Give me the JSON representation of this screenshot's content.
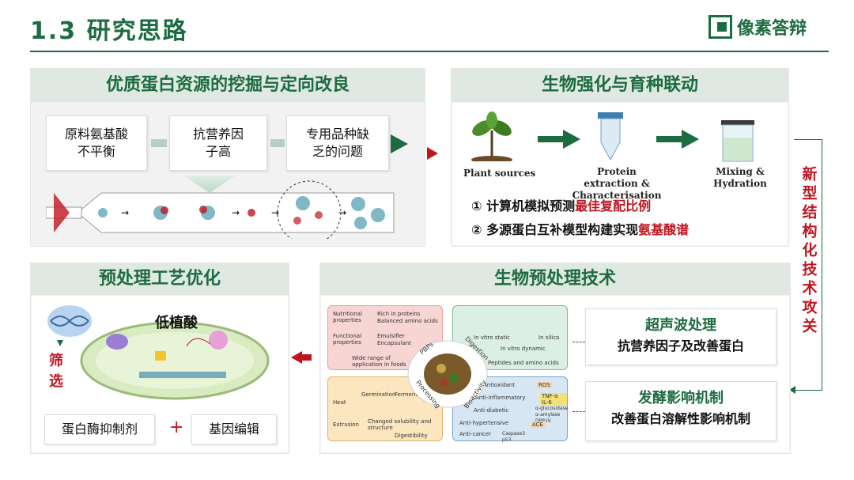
{
  "slide": {
    "title": "1.3 研究思路",
    "logo_text": "像素答辩"
  },
  "panel1": {
    "heading": "优质蛋白资源的挖掘与定向改良",
    "boxes": [
      "原料氨基酸\n不平衡",
      "抗营养因\n子高",
      "专用品种缺\n乏的问题"
    ]
  },
  "panel2": {
    "heading": "生物强化与育种联动",
    "steps": [
      "Plant sources",
      "Protein extraction &\nCharacterisation",
      "Mixing &\nHydration"
    ],
    "point1_num": "①",
    "point1_text": "计算机模拟预测",
    "point1_highlight": "最佳复配比例",
    "point2_num": "②",
    "point2_text": "多源蛋白互补模型构建实现",
    "point2_highlight": "氨基酸谱"
  },
  "side_label": "新型结构化技术攻关",
  "panel3": {
    "heading": "预处理工艺优化",
    "cell_label": "低植酸",
    "screen_label": "筛选",
    "bottom_left": "蛋白酶抑制剂",
    "plus": "+",
    "bottom_right": "基因编辑"
  },
  "panel4": {
    "heading": "生物预处理技术",
    "box1_title": "超声波处理",
    "box1_text": "抗营养因子及改善蛋白",
    "box2_title": "发酵影响机制",
    "box2_text": "改善蛋白溶解性影响机制",
    "diagram": {
      "q1": [
        "Nutritional properties",
        "Rich in proteins",
        "Balanced amino acids",
        "Functional properties",
        "Emulsifier",
        "Encapsulant",
        "Wide range of application in foods"
      ],
      "q2": [
        "In vitro static",
        "In vitro dynamic",
        "In silico",
        "Peptides and amino acids"
      ],
      "q3": [
        "Heat",
        "Germination",
        "Fermentation",
        "Extrusion",
        "Changed solubility and structure",
        "Digestibility"
      ],
      "q4": [
        "Antioxidant",
        "Anti-inflammatory",
        "Anti-diabetic",
        "Anti-hypertensive",
        "Anti-cancer",
        "ROS",
        "TNF-α IL-6",
        "α-glucosidase α-amylase DPP-IV",
        "ACE",
        "Caspase3 p53"
      ],
      "ring": [
        "PBPs",
        "Digestion",
        "Processing",
        "Bioactivity"
      ]
    }
  }
}
